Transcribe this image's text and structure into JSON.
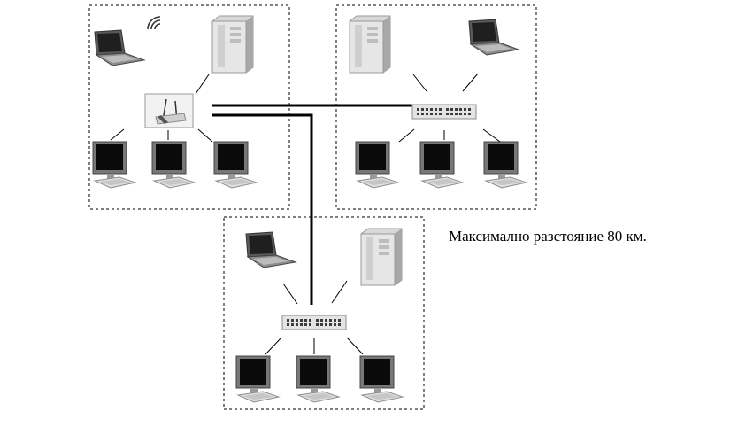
{
  "caption": "Максимално разстояние 80 км.",
  "colors": {
    "background": "#ffffff",
    "line": "#000000",
    "border": "#000000"
  },
  "segments": [
    {
      "name": "segment-top-left",
      "hub": "wireless-router",
      "devices": [
        "laptop-icon",
        "server-tower-icon",
        "monitor-icon",
        "monitor-icon",
        "monitor-icon"
      ]
    },
    {
      "name": "segment-top-right",
      "hub": "network-switch",
      "devices": [
        "server-tower-icon",
        "laptop-icon",
        "monitor-icon",
        "monitor-icon",
        "monitor-icon"
      ]
    },
    {
      "name": "segment-bottom",
      "hub": "network-switch",
      "devices": [
        "laptop-icon",
        "server-tower-icon",
        "monitor-icon",
        "monitor-icon",
        "monitor-icon"
      ]
    }
  ]
}
